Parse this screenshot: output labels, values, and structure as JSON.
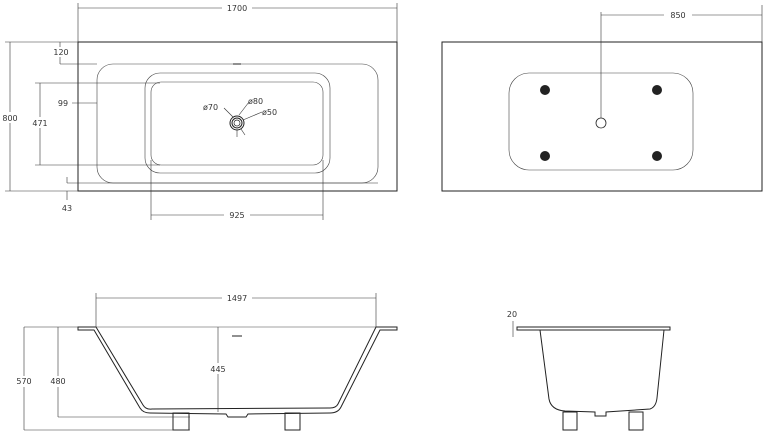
{
  "top_view": {
    "length": "1700",
    "width": "800",
    "rim_offset": "120",
    "side_offset": "99",
    "basin_width": "471",
    "bottom_offset": "43",
    "basin_length": "925",
    "drain_labels": [
      "ø70",
      "ø80",
      "ø50"
    ]
  },
  "base_view": {
    "drain_position": "850"
  },
  "front_view": {
    "inner_length": "1497",
    "total_height": "570",
    "rim_height": "480",
    "depth": "445"
  },
  "side_view": {
    "rim_thickness": "20"
  },
  "colors": {
    "line": "#222222",
    "dot": "#222222"
  }
}
